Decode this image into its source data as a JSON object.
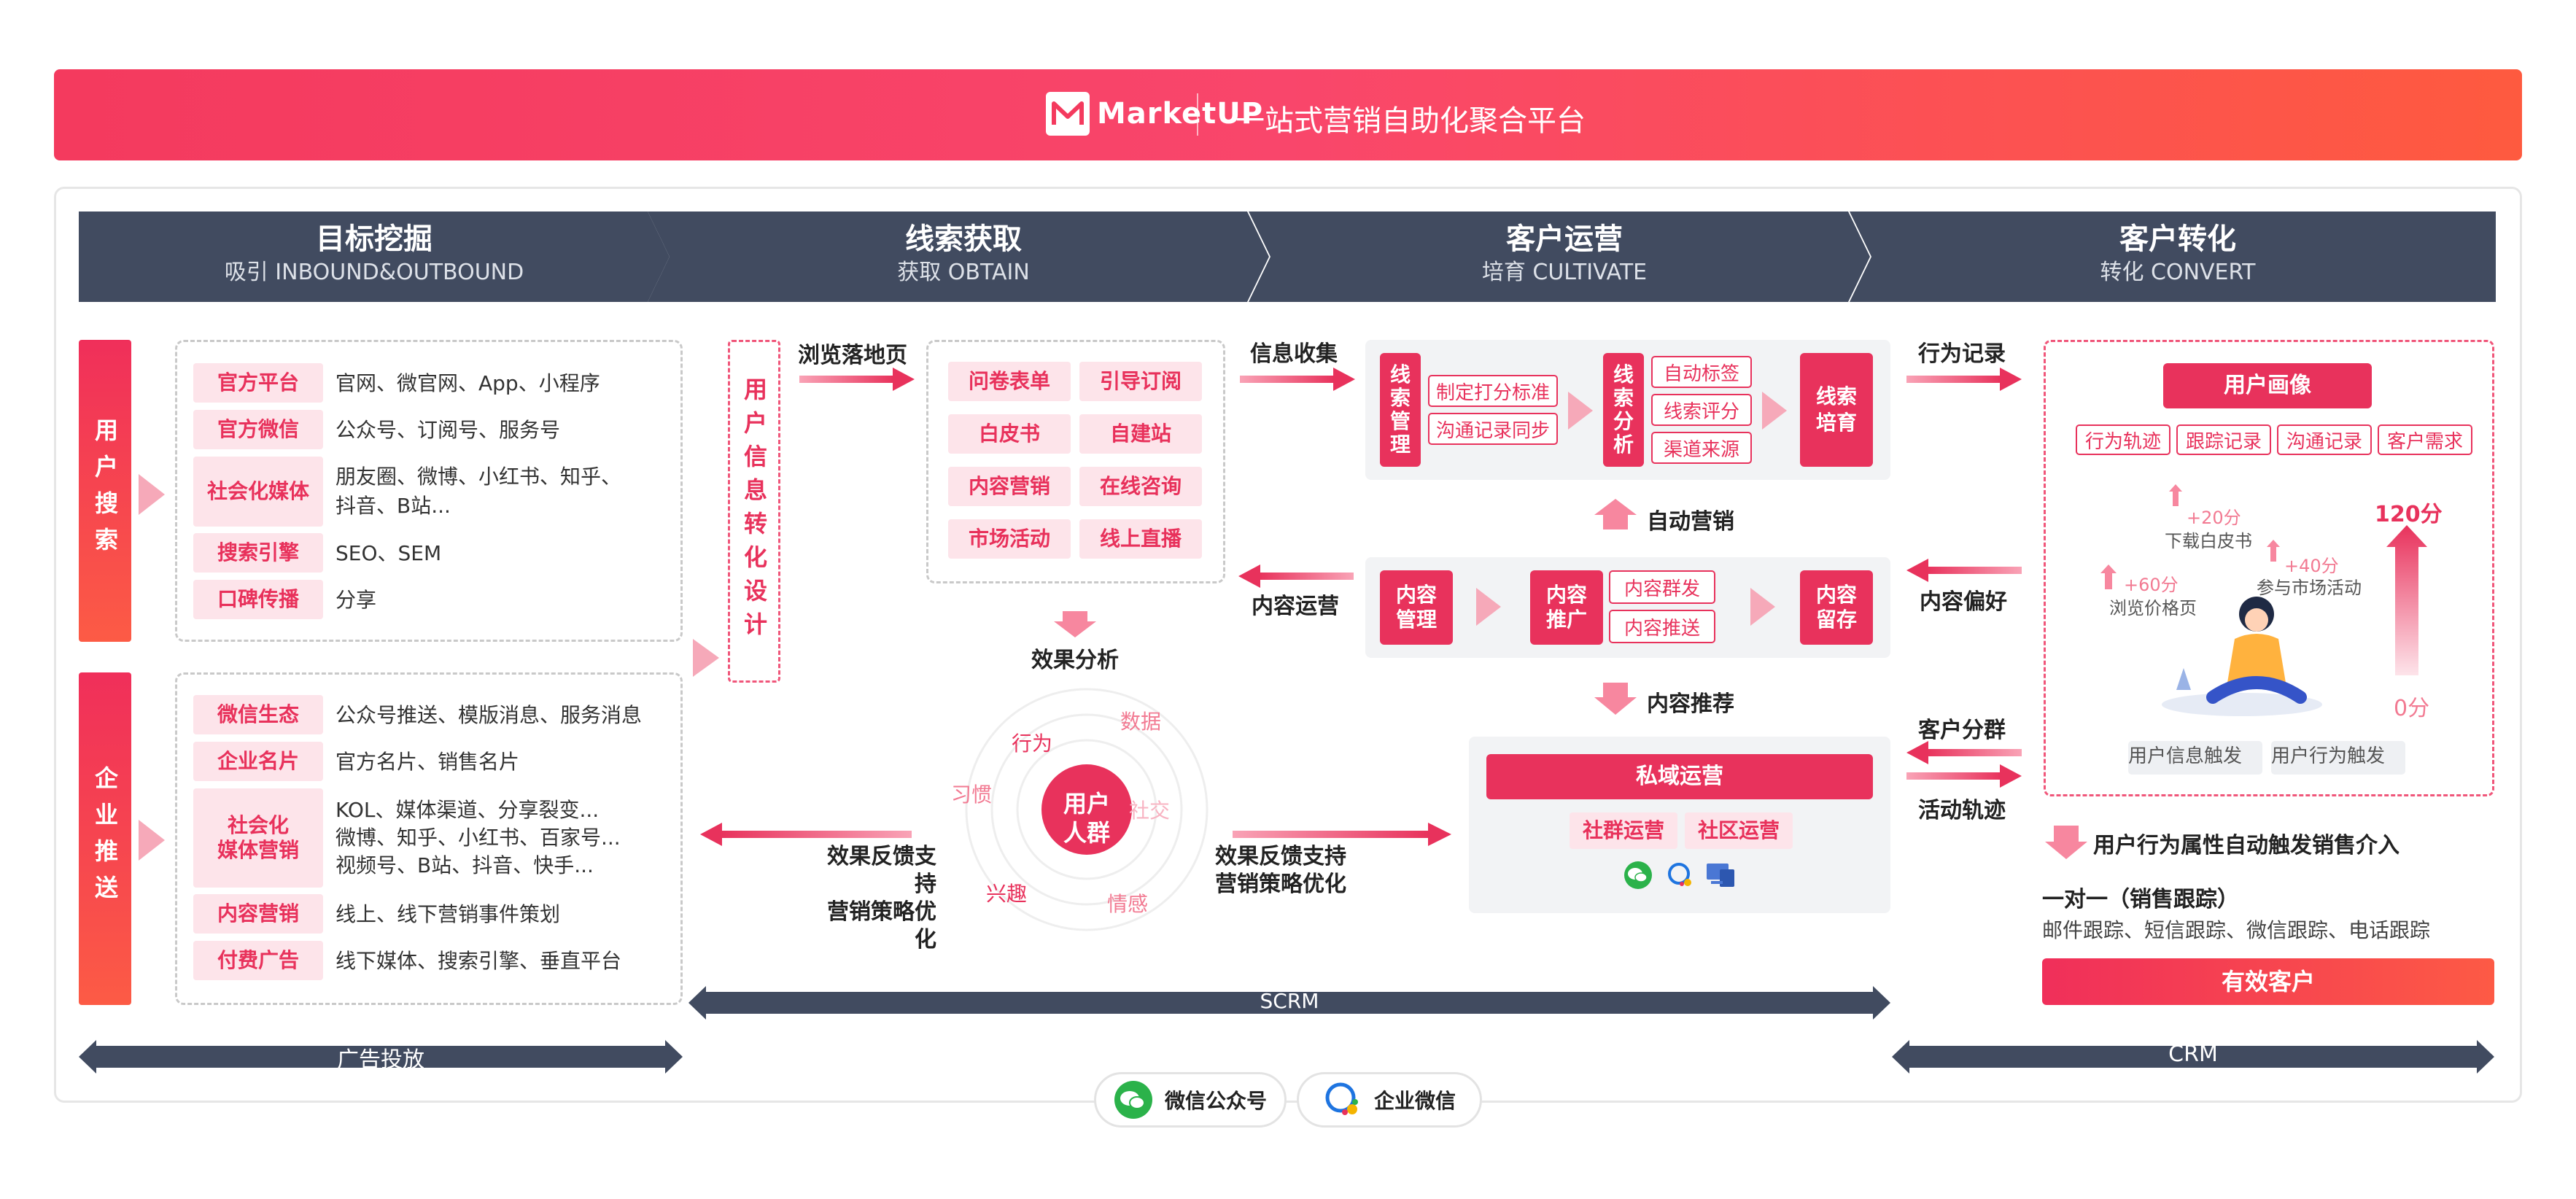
{
  "header": {
    "logo_text": "MarketUP",
    "subtitle": "一站式营销自助化聚合平台"
  },
  "stages": [
    {
      "title": "目标挖掘",
      "sub": "吸引  INBOUND&OUTBOUND"
    },
    {
      "title": "线索获取",
      "sub": "获取  OBTAIN"
    },
    {
      "title": "客户运营",
      "sub": "培育  CULTIVATE"
    },
    {
      "title": "客户转化",
      "sub": "转化  CONVERT"
    }
  ],
  "user_search": {
    "tab": "用户搜索",
    "rows": [
      {
        "chip": "官方平台",
        "text": "官网、微官网、App、小程序"
      },
      {
        "chip": "官方微信",
        "text": "公众号、订阅号、服务号"
      },
      {
        "chip": "社会化媒体",
        "text": "朋友圈、微博、小红书、知乎、",
        "text2": "抖音、B站..."
      },
      {
        "chip": "搜索引擎",
        "text": "SEO、SEM"
      },
      {
        "chip": "口碑传播",
        "text": "分享"
      }
    ]
  },
  "enterprise_push": {
    "tab": "企业推送",
    "rows": [
      {
        "chip": "微信生态",
        "text": "公众号推送、模版消息、服务消息"
      },
      {
        "chip": "企业名片",
        "text": "官方名片、销售名片"
      },
      {
        "chip": "社会化",
        "chip2": "媒体营销",
        "text": "KOL、媒体渠道、分享裂变...",
        "text2": "微博、知乎、小红书、百家号...",
        "text3": "视频号、B站、抖音、快手..."
      },
      {
        "chip": "内容营销",
        "text": "线上、线下营销事件策划"
      },
      {
        "chip": "付费广告",
        "text": "线下媒体、搜索引擎、垂直平台"
      }
    ]
  },
  "conversion_design": "用户信息转化设计",
  "labels": {
    "landing": "浏览落地页",
    "effect": "效果分析",
    "feedback_l1": "效果反馈支持",
    "feedback_l2": "营销策略优化",
    "feedback_r1": "效果反馈支持",
    "feedback_r2": "营销策略优化",
    "info_collect": "信息收集",
    "auto_marketing": "自动营销",
    "content_ops": "内容运营",
    "content_rec": "内容推荐",
    "behavior_record": "行为记录",
    "content_pref": "内容偏好",
    "customer_group": "客户分群",
    "activity_track": "活动轨迹"
  },
  "obtain": {
    "items": [
      "问卷表单",
      "引导订阅",
      "白皮书",
      "自建站",
      "内容营销",
      "在线咨询",
      "市场活动",
      "线上直播"
    ]
  },
  "circle": {
    "center": "用户人群",
    "words": [
      "行为",
      "数据",
      "习惯",
      "社交",
      "兴趣",
      "情感"
    ]
  },
  "cultivate": {
    "lead_mgmt": "线索管理",
    "lead_opts": [
      "制定打分标准",
      "沟通记录同步"
    ],
    "lead_analysis": "线索分析",
    "analysis_opts": [
      "自动标签",
      "线索评分",
      "渠道来源"
    ],
    "lead_nurture": "线索培育",
    "content_mgmt": "内容管理",
    "content_push": "内容推广",
    "push_opts": [
      "内容群发",
      "内容推送"
    ],
    "content_retain": "内容留存",
    "private_ops": "私域运营",
    "community": [
      "社群运营",
      "社区运营"
    ]
  },
  "convert": {
    "portrait": "用户画像",
    "tags": [
      "行为轨迹",
      "跟踪记录",
      "沟通记录",
      "客户需求"
    ],
    "score_points": [
      {
        "label": "+60分",
        "desc": "浏览价格页"
      },
      {
        "label": "+20分",
        "desc": "下载白皮书"
      },
      {
        "label": "+40分",
        "desc": "参与市场活动"
      }
    ],
    "score_max": "120分",
    "score_min": "0分",
    "triggers": [
      "用户信息触发",
      "用户行为触发"
    ],
    "auto_trigger": "用户行为属性自动触发销售介入",
    "one_to_one": "一对一（销售跟踪）",
    "tracks": "邮件跟踪、短信跟踪、微信跟踪、电话跟踪",
    "effective": "有效客户"
  },
  "bottom": {
    "ad": "广告投放",
    "scrm": "SCRM",
    "crm": "CRM",
    "wechat_mp": "微信公众号",
    "wecom": "企业微信"
  },
  "colors": {
    "accent": "#e8325c",
    "dark": "#414b60",
    "light_pink": "#fde4ea"
  }
}
